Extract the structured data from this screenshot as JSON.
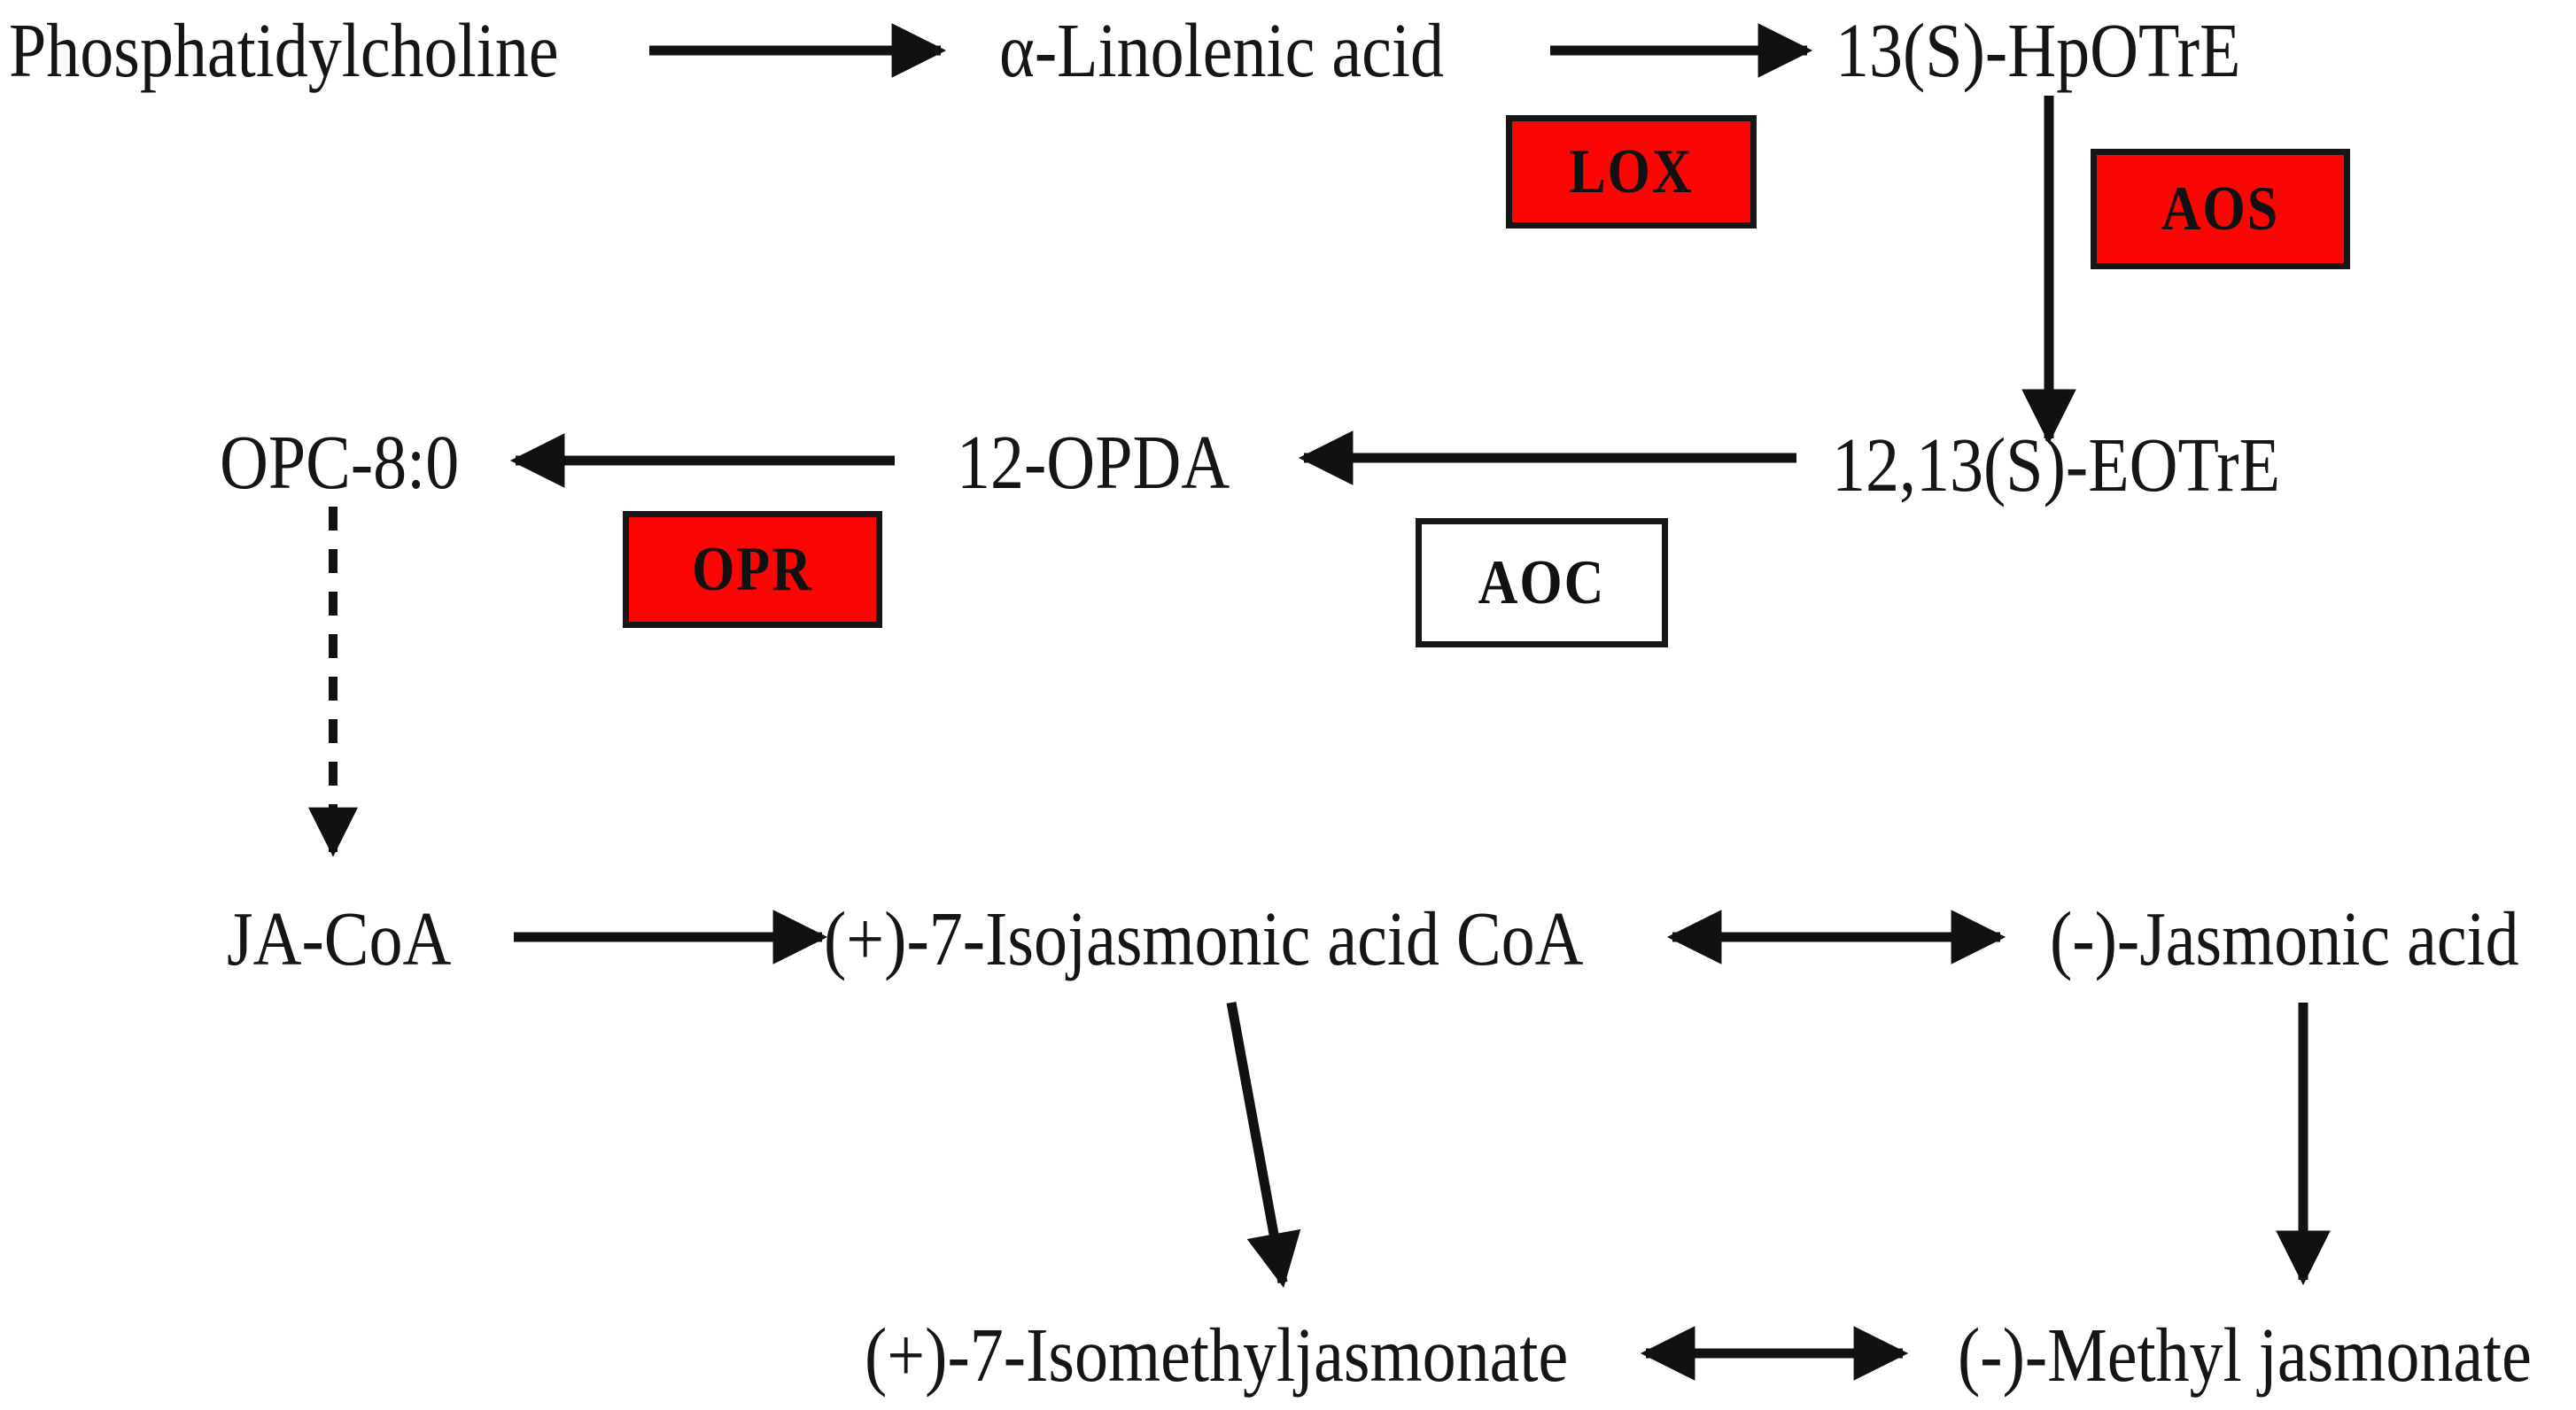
{
  "diagram": {
    "description_visible_only": "metabolic pathway flowchart",
    "background": "#ffffff",
    "arrow_color": "#111111",
    "enzyme_red": "#fb0505",
    "text_color": "#151515"
  },
  "nodes": [
    {
      "id": "phosphatidylcholine",
      "label": "Phosphatidylcholine"
    },
    {
      "id": "alpha-linolenic-acid",
      "label": "α-Linolenic acid"
    },
    {
      "id": "13s-hpotre",
      "label": "13(S)-HpOTrE"
    },
    {
      "id": "opc-8-0",
      "label": "OPC-8:0"
    },
    {
      "id": "12-opda",
      "label": "12-OPDA"
    },
    {
      "id": "12-13s-eotre",
      "label": "12,13(S)-EOTrE"
    },
    {
      "id": "ja-coa",
      "label": "JA-CoA"
    },
    {
      "id": "iso-jasmonic-acid-coa",
      "label": "(+)-7-Isojasmonic acid CoA"
    },
    {
      "id": "jasmonic-acid",
      "label": "(-)-Jasmonic acid"
    },
    {
      "id": "iso-methyljasmonate",
      "label": "(+)-7-Isomethyljasmonate"
    },
    {
      "id": "methyl-jasmonate",
      "label": "(-)-Methyl jasmonate"
    }
  ],
  "enzymes": [
    {
      "id": "lox",
      "label": "LOX",
      "fill": "#fb0505"
    },
    {
      "id": "aos",
      "label": "AOS",
      "fill": "#fb0505"
    },
    {
      "id": "opr",
      "label": "OPR",
      "fill": "#fb0505"
    },
    {
      "id": "aoc",
      "label": "AOC",
      "fill": "#ffffff"
    }
  ],
  "edges": [
    {
      "from": "phosphatidylcholine",
      "to": "alpha-linolenic-acid",
      "style": "solid",
      "direction": "right"
    },
    {
      "from": "alpha-linolenic-acid",
      "to": "13s-hpotre",
      "style": "solid",
      "direction": "right",
      "enzyme": "LOX"
    },
    {
      "from": "13s-hpotre",
      "to": "12-13s-eotre",
      "style": "solid",
      "direction": "down",
      "enzyme": "AOS"
    },
    {
      "from": "12-13s-eotre",
      "to": "12-opda",
      "style": "solid",
      "direction": "left",
      "enzyme": "AOC"
    },
    {
      "from": "12-opda",
      "to": "opc-8-0",
      "style": "solid",
      "direction": "left",
      "enzyme": "OPR"
    },
    {
      "from": "opc-8-0",
      "to": "ja-coa",
      "style": "dashed",
      "direction": "down"
    },
    {
      "from": "ja-coa",
      "to": "iso-jasmonic-acid-coa",
      "style": "solid",
      "direction": "right"
    },
    {
      "from": "iso-jasmonic-acid-coa",
      "to": "jasmonic-acid",
      "style": "solid",
      "direction": "both"
    },
    {
      "from": "iso-jasmonic-acid-coa",
      "to": "iso-methyljasmonate",
      "style": "solid",
      "direction": "down"
    },
    {
      "from": "jasmonic-acid",
      "to": "methyl-jasmonate",
      "style": "solid",
      "direction": "down"
    },
    {
      "from": "iso-methyljasmonate",
      "to": "methyl-jasmonate",
      "style": "solid",
      "direction": "both"
    }
  ]
}
